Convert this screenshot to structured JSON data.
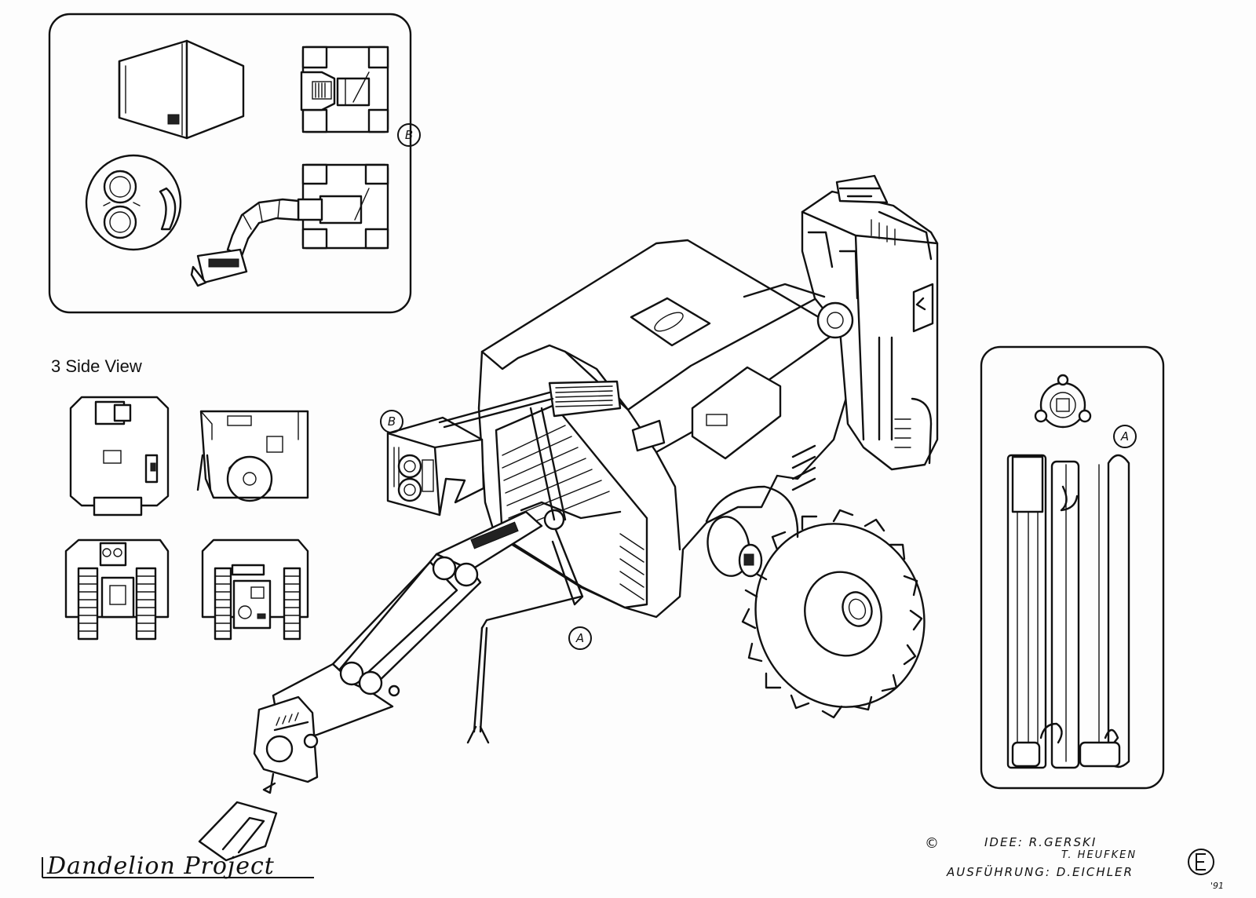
{
  "side_view": {
    "title": "3 Side View"
  },
  "callouts": {
    "b_inset": "B",
    "b_main": "B",
    "a_inset": "A",
    "a_main": "A"
  },
  "signature": {
    "project": "Dandelion Project",
    "copyright": "©",
    "idea_line": "IDEE: R.GERSKI",
    "idea_line2": "T. HEUFKEN",
    "execution_line": "AUSFÜHRUNG: D.EICHLER",
    "year": "'91"
  }
}
